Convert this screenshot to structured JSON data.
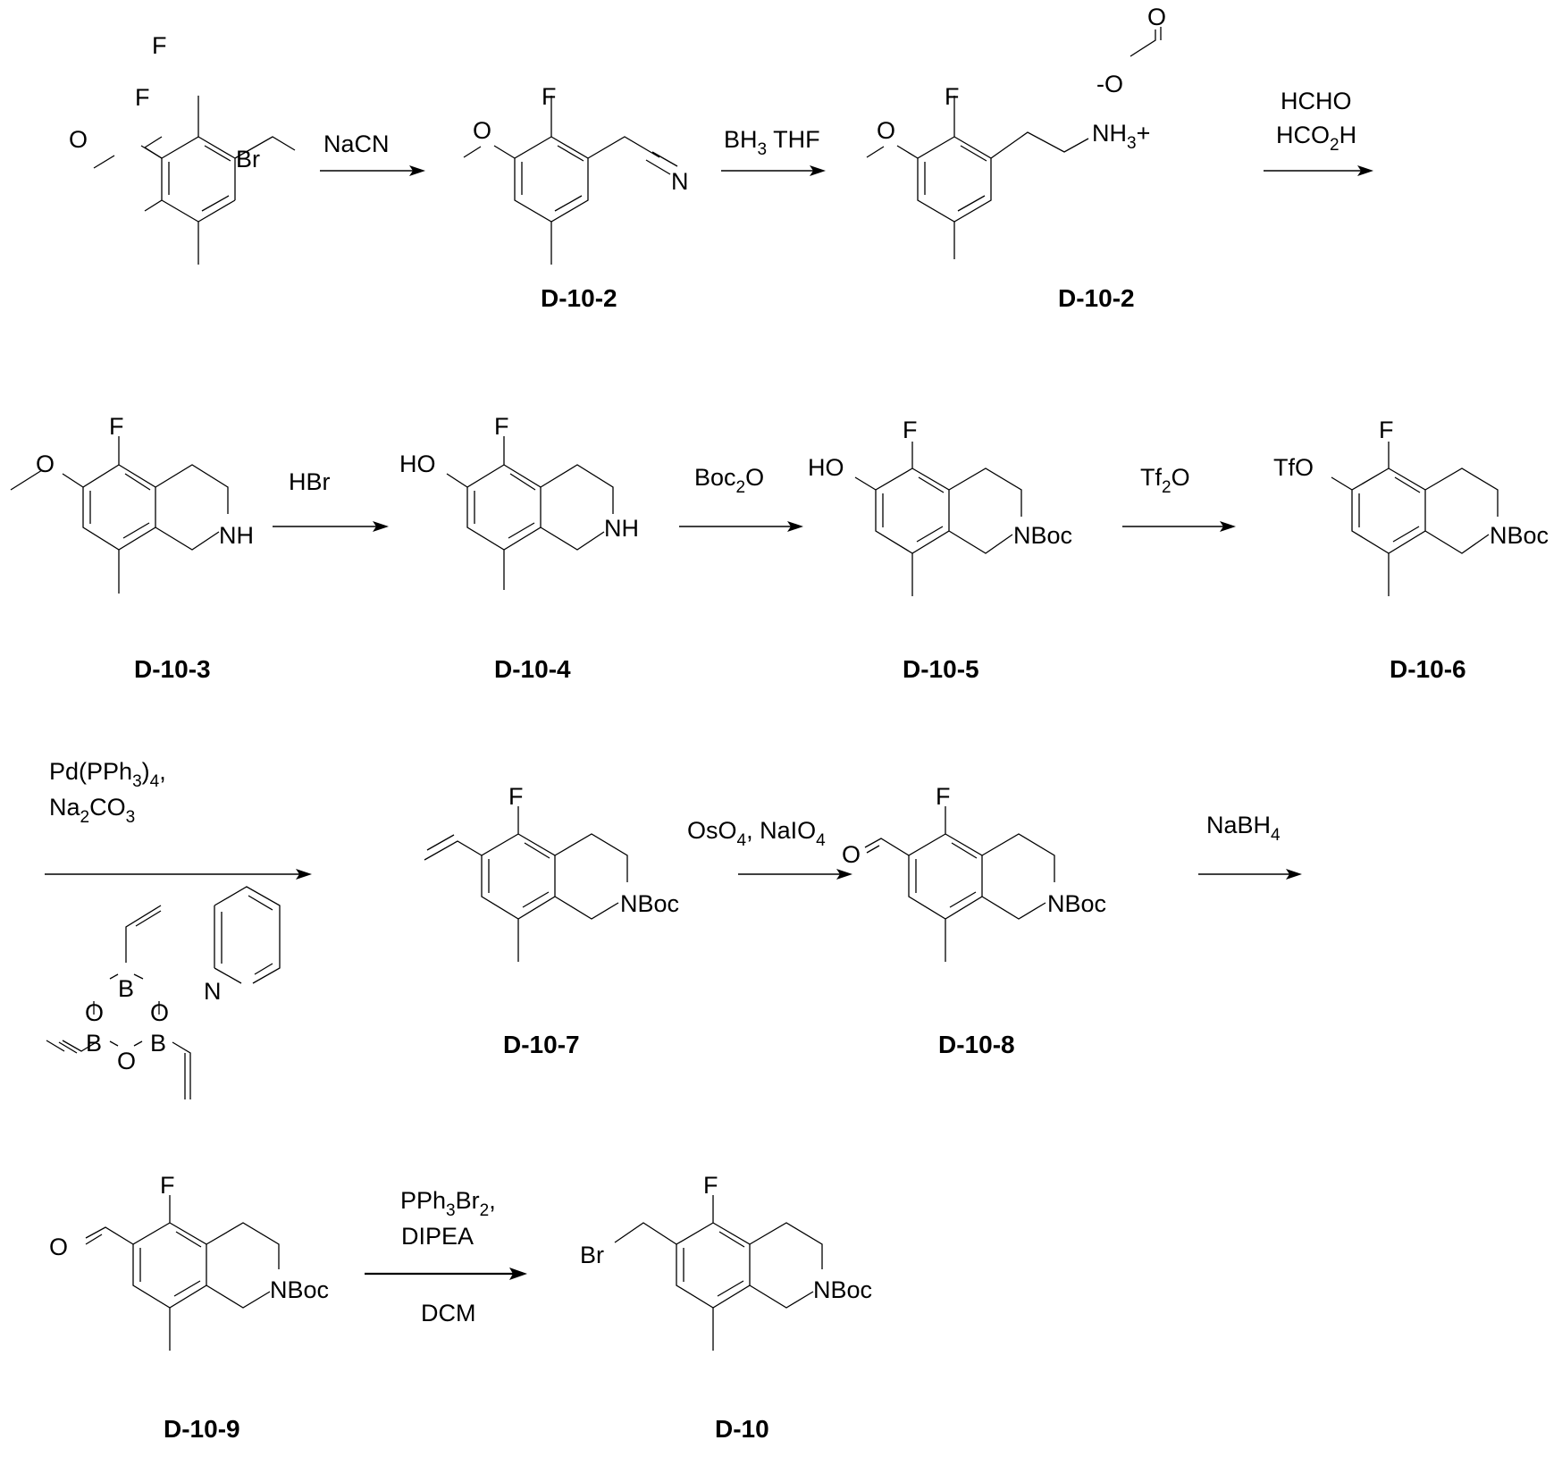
{
  "title": "Synthesis scheme of D-10",
  "compounds": [
    {
      "id": "sm",
      "label": "",
      "atoms": {
        "F": "F",
        "O": "O",
        "Br": "Br"
      }
    },
    {
      "id": "c1",
      "label": "D-10-2",
      "atoms": {
        "F": "F",
        "O": "O",
        "N": "N"
      }
    },
    {
      "id": "c2",
      "label": "D-10-2",
      "atoms": {
        "F": "F",
        "O": "O",
        "Oform": "O",
        "Ominus": "-O",
        "NH3": "NH",
        "NH3sub": "3",
        "plus": "+"
      }
    },
    {
      "id": "c3",
      "label": "D-10-3",
      "atoms": {
        "F": "F",
        "O": "O",
        "NH": "NH"
      }
    },
    {
      "id": "c4",
      "label": "D-10-4",
      "atoms": {
        "F": "F",
        "HO": "HO",
        "NH": "NH"
      }
    },
    {
      "id": "c5",
      "label": "D-10-5",
      "atoms": {
        "F": "F",
        "HO": "HO",
        "NBoc": "NBoc"
      }
    },
    {
      "id": "c6",
      "label": "D-10-6",
      "atoms": {
        "F": "F",
        "TfO": "TfO",
        "NBoc": "NBoc"
      }
    },
    {
      "id": "c7",
      "label": "D-10-7",
      "atoms": {
        "F": "F",
        "NBoc": "NBoc"
      }
    },
    {
      "id": "c8",
      "label": "D-10-8",
      "atoms": {
        "F": "F",
        "O": "O",
        "NBoc": "NBoc"
      }
    },
    {
      "id": "c9",
      "label": "D-10-9",
      "atoms": {
        "F": "F",
        "O": "O",
        "NBoc": "NBoc"
      }
    },
    {
      "id": "c10",
      "label": "D-10",
      "atoms": {
        "F": "F",
        "Br": "Br",
        "NBoc": "NBoc"
      }
    }
  ],
  "steps": [
    {
      "reagents": [
        {
          "text": "NaCN"
        }
      ]
    },
    {
      "reagents": [
        {
          "text": "BH",
          "sub": "3",
          "after": " THF"
        }
      ]
    },
    {
      "reagents": [
        {
          "text": "HCHO"
        },
        {
          "text": "HCO",
          "sub": "2",
          "after": "H"
        }
      ]
    },
    {
      "reagents": [
        {
          "text": "HBr"
        }
      ]
    },
    {
      "reagents": [
        {
          "text": "Boc",
          "sub": "2",
          "after": "O"
        }
      ]
    },
    {
      "reagents": [
        {
          "text": "Tf",
          "sub": "2",
          "after": "O"
        }
      ]
    },
    {
      "reagents": [
        {
          "text": "Pd(PPh",
          "sub": "3",
          "after": ")",
          "sub2": "4",
          "after2": ","
        },
        {
          "text": "Na",
          "sub": "2",
          "after": "CO",
          "sub2": "3",
          "after2": ""
        }
      ],
      "below": {
        "name": "trivinylboroxine pyridine complex",
        "atoms": {
          "B": "B",
          "O": "O",
          "N": "N"
        }
      }
    },
    {
      "reagents": [
        {
          "text": "OsO",
          "sub": "4",
          "after": ", NaIO",
          "sub2": "4",
          "after2": ""
        }
      ]
    },
    {
      "reagents": [
        {
          "text": "NaBH",
          "sub": "4",
          "after": ""
        }
      ]
    },
    {
      "reagents": [
        {
          "text": "PPh",
          "sub": "3",
          "after": "Br",
          "sub2": "2",
          "after2": ","
        },
        {
          "text": "DIPEA"
        }
      ],
      "below_text": "DCM"
    }
  ]
}
